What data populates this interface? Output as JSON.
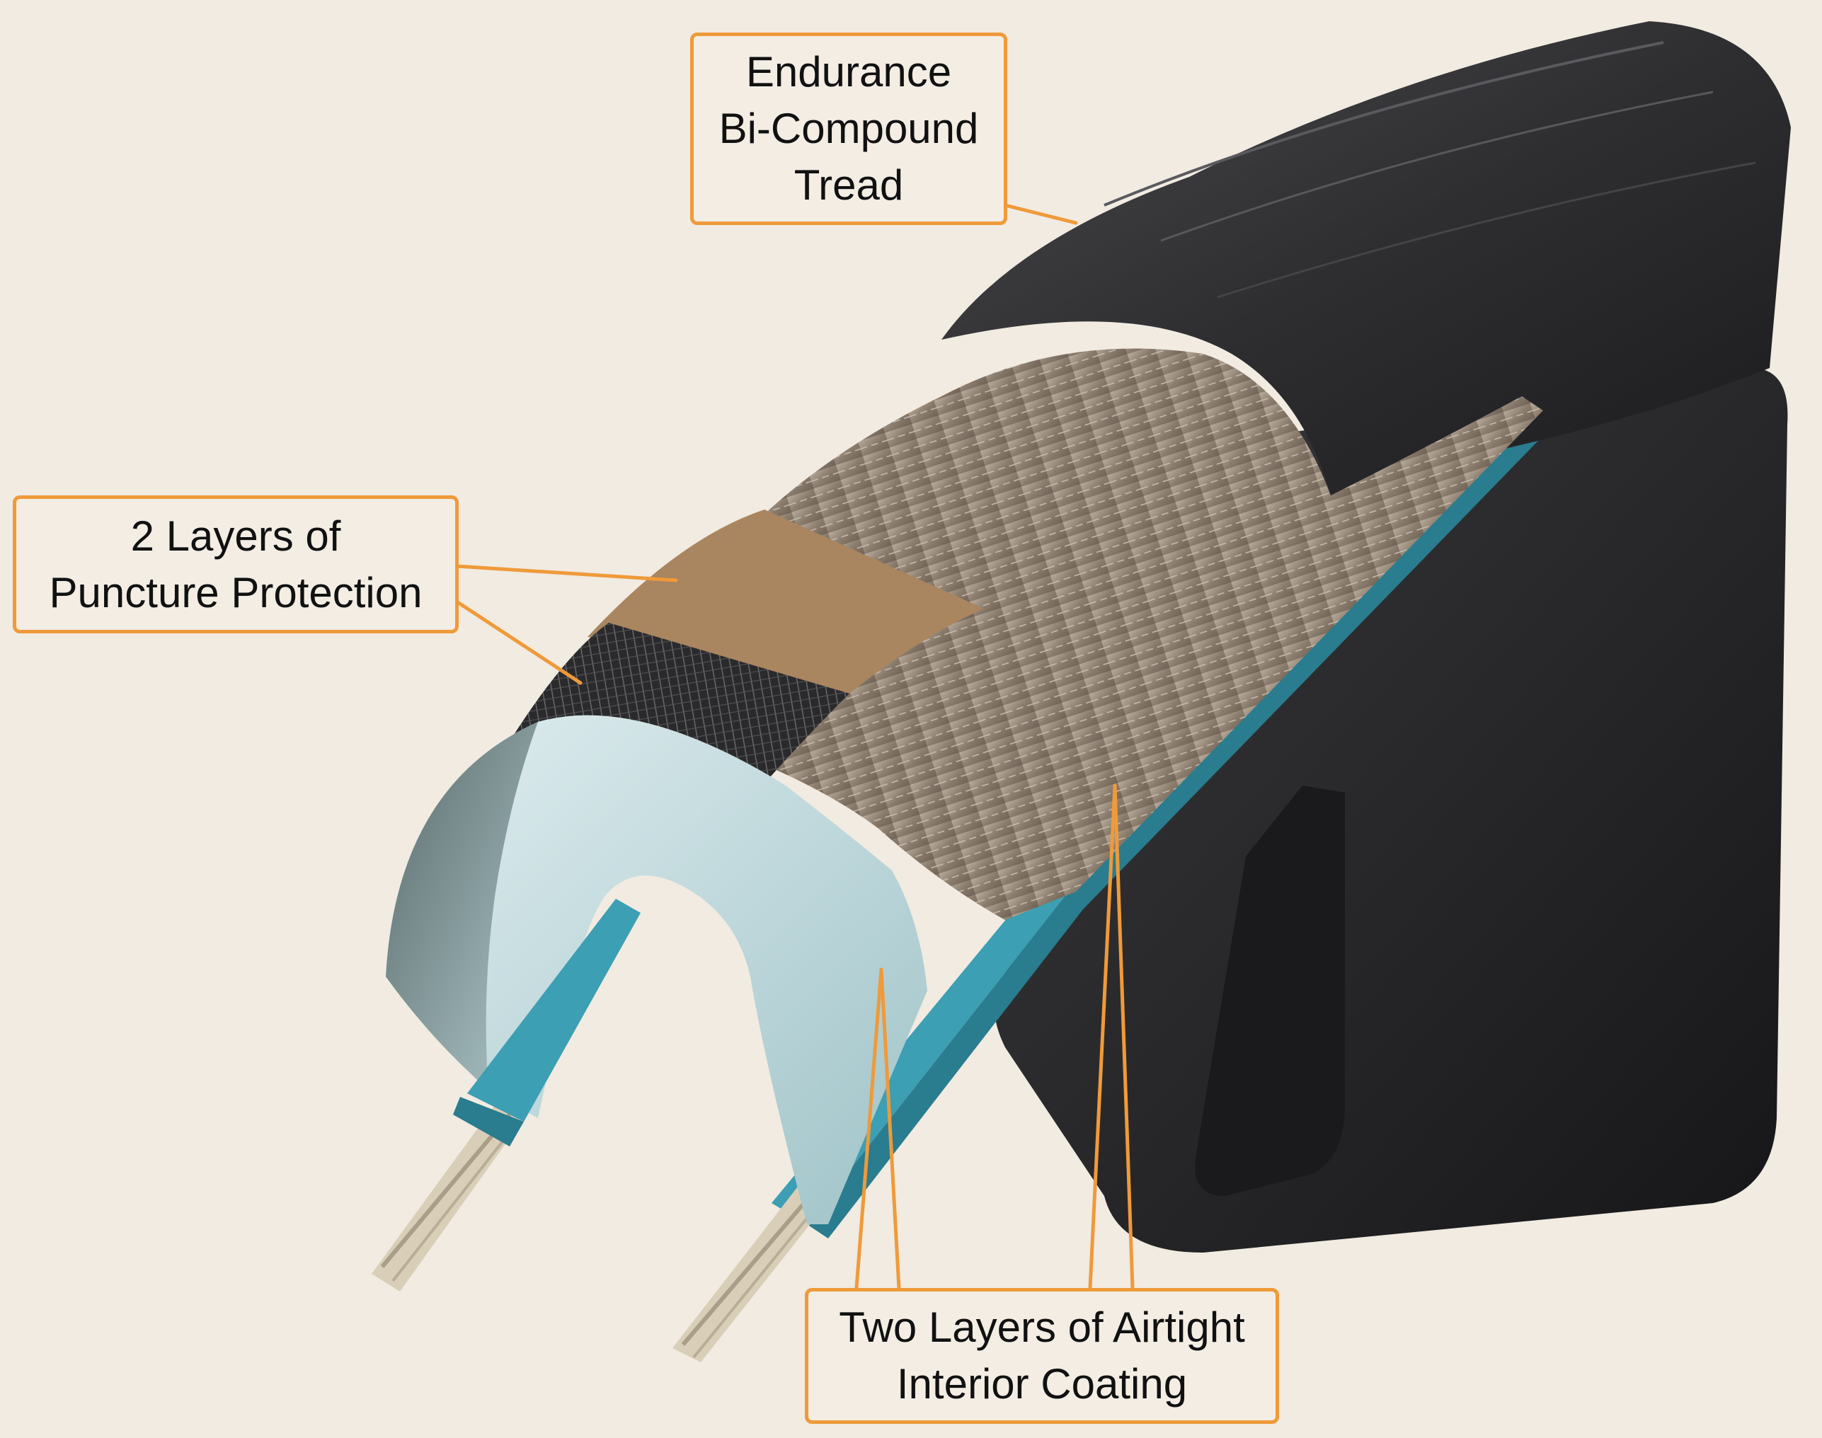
{
  "callouts": {
    "tread": {
      "lines": [
        "Endurance",
        "Bi-Compound",
        "Tread"
      ]
    },
    "puncture": {
      "lines": [
        "2 Layers of",
        "Puncture Protection"
      ]
    },
    "coating": {
      "lines": [
        "Two Layers of Airtight",
        "Interior Coating"
      ]
    }
  },
  "colors": {
    "background": "#f1ebe1",
    "callout_border": "#ef9a3a",
    "tread": "#2b2b2d",
    "casing": "#8f8173",
    "puncture_layer_tan": "#a98560",
    "puncture_layer_mesh": "#2c2c2e",
    "inner_coating": "#bfd9dd",
    "bead_strip": "#3c9fb4",
    "bead_wire": "#d9cfb8"
  }
}
